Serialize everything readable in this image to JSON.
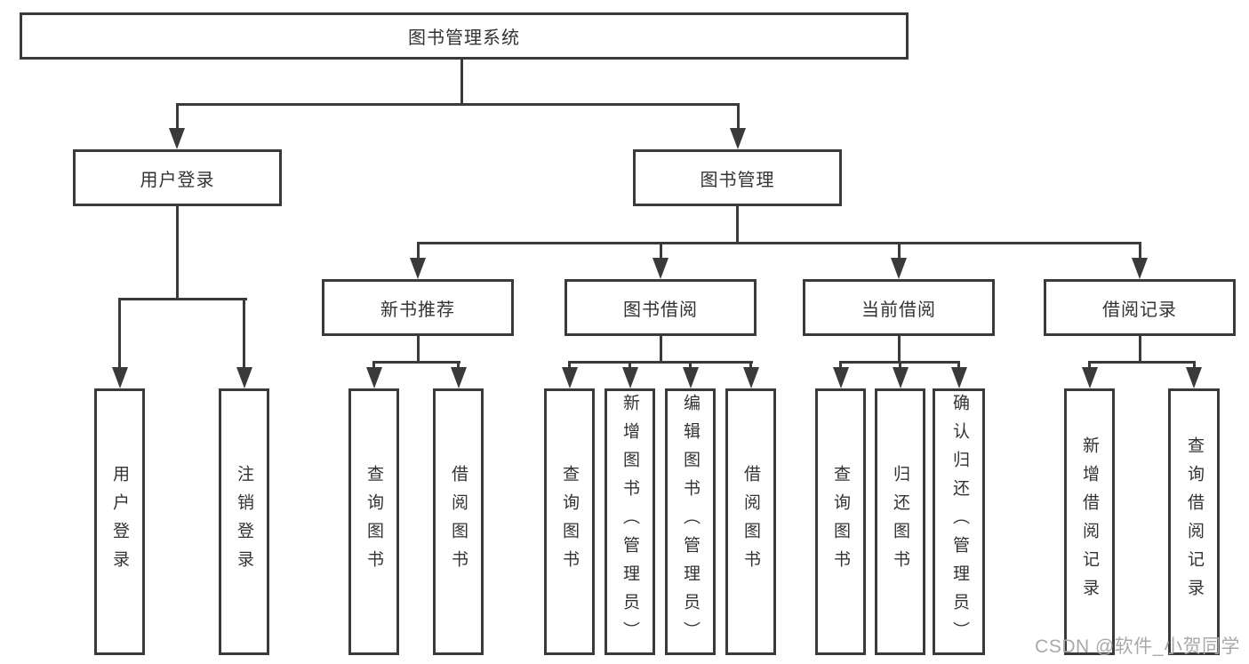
{
  "title": "图书管理系统",
  "colors": {
    "line": "#3a3a3a",
    "text": "#333333",
    "watermark": "#a9a9a9",
    "background": "#ffffff"
  },
  "tree": {
    "root": {
      "label": "图书管理系统"
    },
    "branches": [
      {
        "label": "用户登录",
        "children": [
          {
            "label": "用户登录"
          },
          {
            "label": "注销登录"
          }
        ]
      },
      {
        "label": "图书管理",
        "children": [
          {
            "label": "新书推荐",
            "children": [
              {
                "label": "查询图书"
              },
              {
                "label": "借阅图书"
              }
            ]
          },
          {
            "label": "图书借阅",
            "children": [
              {
                "label": "查询图书"
              },
              {
                "label": "新增图书（管理员）"
              },
              {
                "label": "编辑图书（管理员）"
              },
              {
                "label": "借阅图书"
              }
            ]
          },
          {
            "label": "当前借阅",
            "children": [
              {
                "label": "查询图书"
              },
              {
                "label": "归还图书"
              },
              {
                "label": "确认归还（管理员）"
              }
            ]
          },
          {
            "label": "借阅记录",
            "children": [
              {
                "label": "新增借阅记录"
              },
              {
                "label": "查询借阅记录"
              }
            ]
          }
        ]
      }
    ]
  },
  "watermark": {
    "text": "CSDN @软件_小贺同学"
  }
}
